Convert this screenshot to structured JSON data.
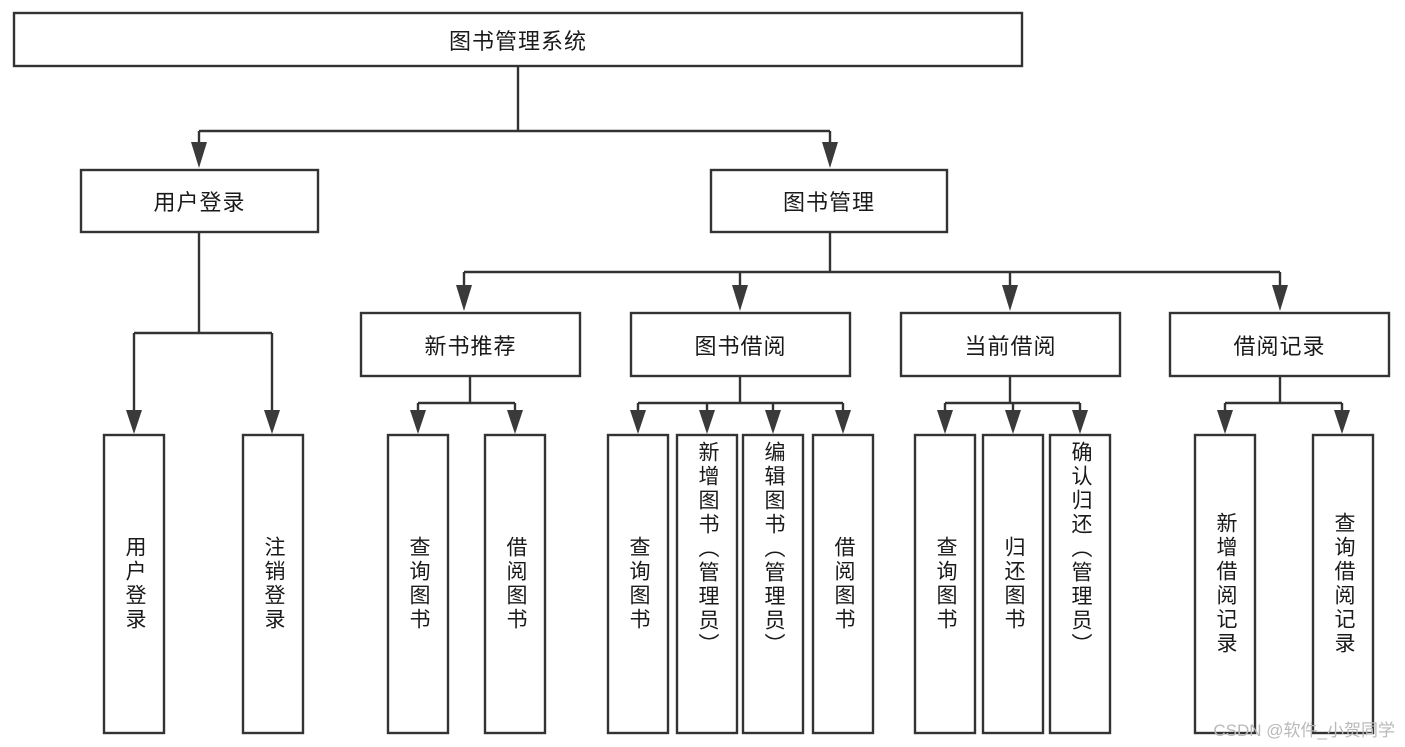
{
  "diagram": {
    "type": "tree",
    "title": "图书管理系统",
    "watermark": "CSDN @软件_小贺同学",
    "root": {
      "id": "root",
      "label": "图书管理系统",
      "orientation": "horizontal"
    },
    "level2": [
      {
        "id": "user-login",
        "label": "用户登录",
        "orientation": "horizontal"
      },
      {
        "id": "book-manage",
        "label": "图书管理",
        "orientation": "horizontal"
      }
    ],
    "level3": [
      {
        "id": "new-book-recommend",
        "label": "新书推荐",
        "parent": "book-manage",
        "orientation": "horizontal"
      },
      {
        "id": "book-borrow",
        "label": "图书借阅",
        "parent": "book-manage",
        "orientation": "horizontal"
      },
      {
        "id": "current-borrow",
        "label": "当前借阅",
        "parent": "book-manage",
        "orientation": "horizontal"
      },
      {
        "id": "borrow-record",
        "label": "借阅记录",
        "parent": "book-manage",
        "orientation": "horizontal"
      }
    ],
    "leaves": [
      {
        "id": "leaf-user-login",
        "label": "用户登录",
        "parent": "user-login",
        "orientation": "vertical"
      },
      {
        "id": "leaf-logout-login",
        "label": "注销登录",
        "parent": "user-login",
        "orientation": "vertical"
      },
      {
        "id": "leaf-query-book-1",
        "label": "查询图书",
        "parent": "new-book-recommend",
        "orientation": "vertical"
      },
      {
        "id": "leaf-borrow-book-1",
        "label": "借阅图书",
        "parent": "new-book-recommend",
        "orientation": "vertical"
      },
      {
        "id": "leaf-query-book-2",
        "label": "查询图书",
        "parent": "book-borrow",
        "orientation": "vertical"
      },
      {
        "id": "leaf-add-book",
        "label": "新增图书（管理员）",
        "parent": "book-borrow",
        "orientation": "vertical"
      },
      {
        "id": "leaf-edit-book",
        "label": "编辑图书（管理员）",
        "parent": "book-borrow",
        "orientation": "vertical"
      },
      {
        "id": "leaf-borrow-book-2",
        "label": "借阅图书",
        "parent": "book-borrow",
        "orientation": "vertical"
      },
      {
        "id": "leaf-query-book-3",
        "label": "查询图书",
        "parent": "current-borrow",
        "orientation": "vertical"
      },
      {
        "id": "leaf-return-book",
        "label": "归还图书",
        "parent": "current-borrow",
        "orientation": "vertical"
      },
      {
        "id": "leaf-confirm-return",
        "label": "确认归还（管理员）",
        "parent": "current-borrow",
        "orientation": "vertical"
      },
      {
        "id": "leaf-add-record",
        "label": "新增借阅记录",
        "parent": "borrow-record",
        "orientation": "vertical"
      },
      {
        "id": "leaf-query-record",
        "label": "查询借阅记录",
        "parent": "borrow-record",
        "orientation": "vertical"
      }
    ],
    "colors": {
      "box_stroke": "#333333",
      "box_fill": "#ffffff",
      "connector": "#333333",
      "text": "#1a1a1a",
      "watermark": "#b9b9b9",
      "background": "#ffffff"
    }
  }
}
